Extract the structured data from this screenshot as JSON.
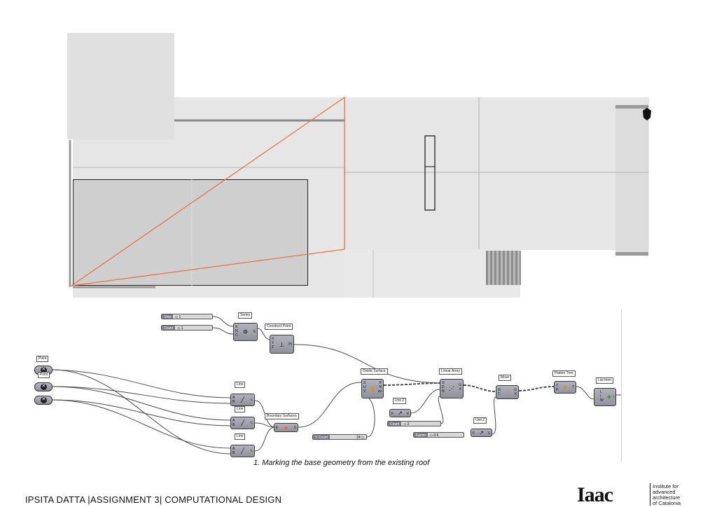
{
  "gh_nodes": {
    "series": {
      "label": "Series",
      "inputs": [
        "S",
        "N",
        "C"
      ],
      "outputs": [
        "S"
      ]
    },
    "construct_point": {
      "label": "Construct Point",
      "inputs": [
        "X",
        "Y",
        "Z"
      ],
      "outputs": [
        "Pt"
      ]
    },
    "point": {
      "label": "Point"
    },
    "point2": {
      "label": "Point"
    },
    "line1": {
      "label": "Line",
      "inputs": [
        "A",
        "B"
      ],
      "outputs": [
        "L"
      ]
    },
    "line2": {
      "label": "Line",
      "inputs": [
        "A",
        "B"
      ],
      "outputs": [
        "L"
      ]
    },
    "line3": {
      "label": "Line",
      "inputs": [
        "A",
        "B"
      ],
      "outputs": [
        "L"
      ]
    },
    "boundary_surfaces": {
      "label": "Boundary Surfaces",
      "inputs": [
        "E"
      ],
      "outputs": [
        "S"
      ]
    },
    "divide_surface": {
      "label": "Divide Surface",
      "inputs": [
        "S",
        "U",
        "V"
      ],
      "outputs": [
        "P",
        "N",
        "uv"
      ]
    },
    "unit_z1": {
      "label": "Unit Z",
      "inputs": [
        "F"
      ],
      "outputs": [
        "V"
      ]
    },
    "unit_z2": {
      "label": "Unit Z",
      "inputs": [
        "F"
      ],
      "outputs": [
        "V"
      ]
    },
    "linear_array": {
      "label": "Linear Array",
      "inputs": [
        "G",
        "D",
        "N"
      ],
      "outputs": [
        "G",
        "X"
      ]
    },
    "move": {
      "label": "Move",
      "inputs": [
        "G",
        "T"
      ],
      "outputs": [
        "G",
        "X"
      ]
    },
    "flatten_tree": {
      "label": "Flatten Tree",
      "inputs": [
        "T",
        "P"
      ],
      "outputs": [
        "T"
      ]
    },
    "list_item": {
      "label": "List Item",
      "inputs": [
        "L",
        "i",
        "W"
      ],
      "outputs": [
        "i"
      ]
    }
  },
  "sliders": {
    "step": {
      "name": "Step",
      "value": "◇ 1"
    },
    "count1": {
      "name": "Count",
      "value": "◇ 1"
    },
    "count2": {
      "name": "Count",
      "value": "◇ 2"
    },
    "factor": {
      "name": "Factor",
      "value": "◇ 0.6"
    },
    "v_count": {
      "name": "V Count",
      "value": "24 ◇"
    }
  },
  "caption": "1. Marking the base geometry from the existing roof",
  "footer": "IPSITA DATTA |ASSIGNMENT 3| COMPUTATIONAL DESIGN",
  "logo": {
    "mark": "Iaac",
    "lines": [
      "Institute for",
      "advanced",
      "architecture",
      "of Catalonia"
    ]
  },
  "colors": {
    "highlight_line": "#e8703a",
    "node_fill": "#a5a5b0",
    "wire": "#4a4a4a"
  }
}
